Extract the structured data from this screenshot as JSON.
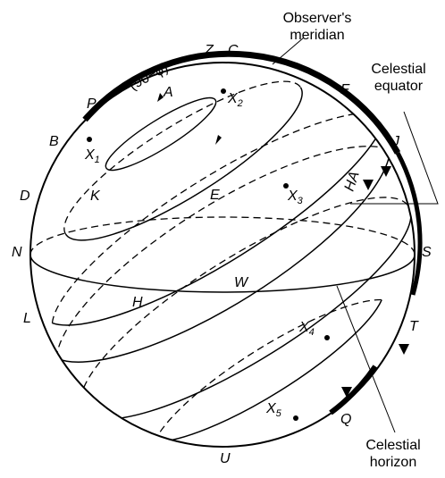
{
  "labels": {
    "observers_meridian_1": "Observer's",
    "observers_meridian_2": "meridian",
    "celestial_equator_1": "Celestial",
    "celestial_equator_2": "equator",
    "celestial_horizon_1": "Celestial",
    "celestial_horizon_2": "horizon",
    "colatitude": "(90−ϕ)",
    "Z": "Z",
    "C": "C",
    "P": "P",
    "A": "A",
    "B": "B",
    "F": "F",
    "J": "J",
    "D": "D",
    "K": "K",
    "E": "E",
    "HA": "HA",
    "N": "N",
    "S": "S",
    "W": "W",
    "L": "L",
    "H": "H",
    "T": "T",
    "Q": "Q",
    "U": "U",
    "X": "X",
    "x1": "1",
    "x2": "2",
    "x3": "3",
    "x4": "4",
    "x5": "5"
  }
}
